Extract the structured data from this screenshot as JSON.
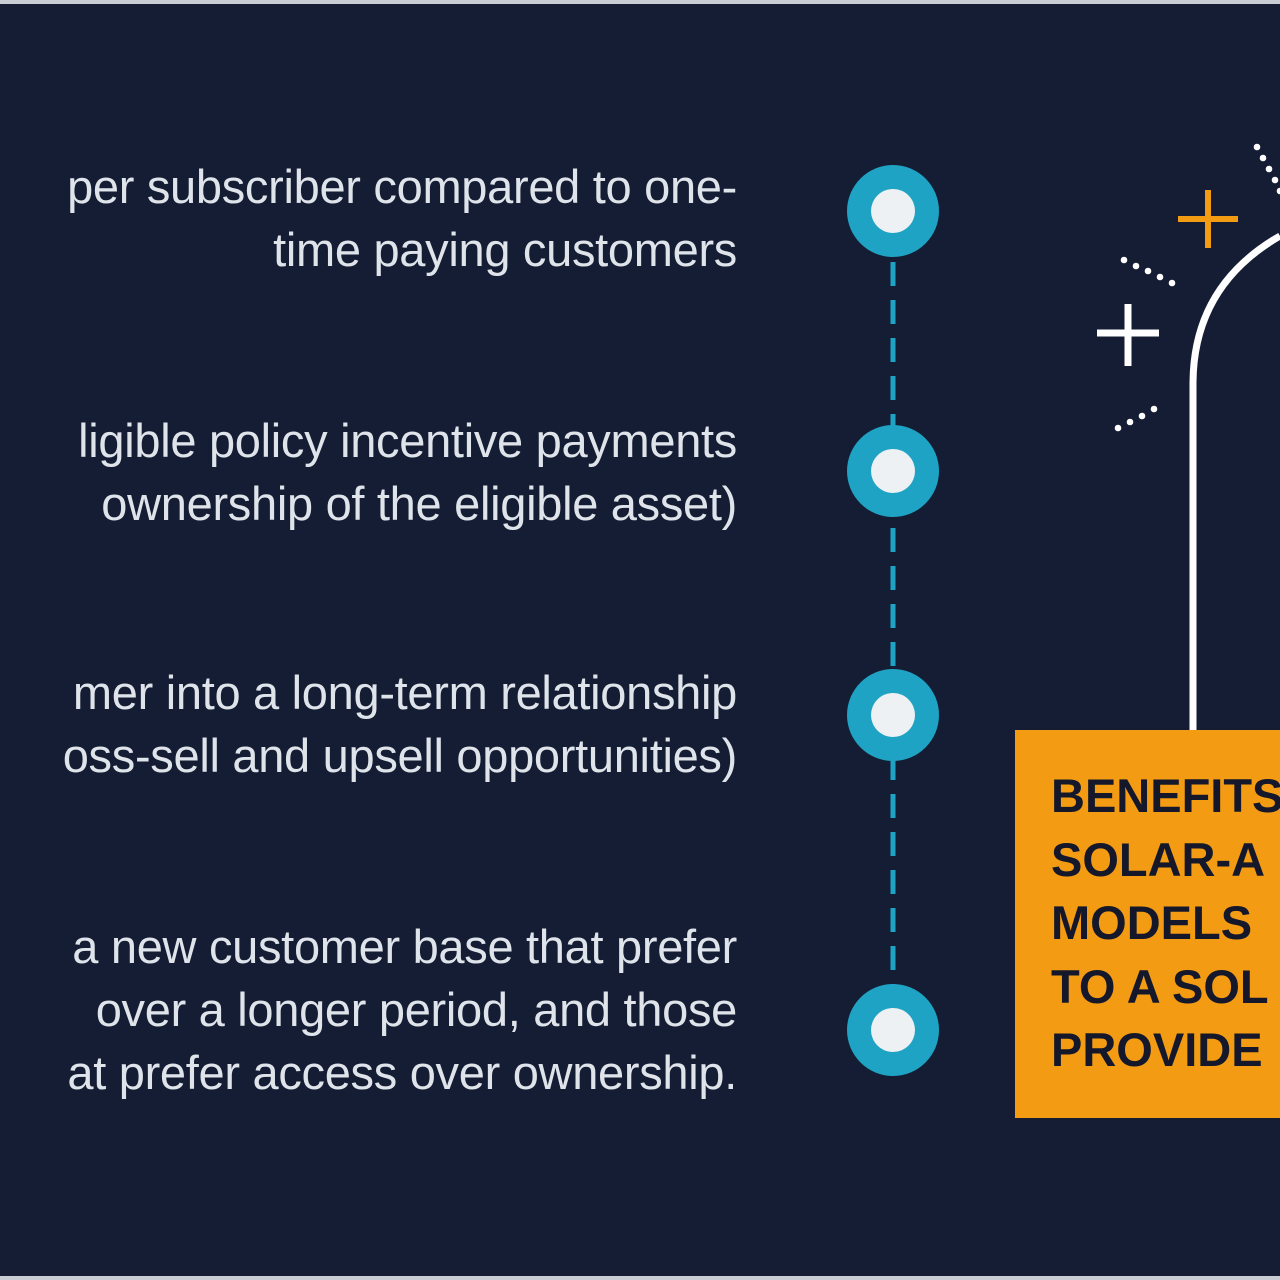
{
  "benefits": [
    {
      "lines": [
        "per subscriber compared to one-",
        "time paying customers"
      ]
    },
    {
      "lines": [
        "ligible policy incentive payments",
        "ownership of the eligible asset)"
      ]
    },
    {
      "lines": [
        "mer into a long-term relationship",
        "oss-sell and upsell opportunities)"
      ]
    },
    {
      "lines": [
        "a new customer base that prefer",
        "over a longer period, and those",
        "at prefer access over ownership."
      ]
    }
  ],
  "title_box": {
    "lines": [
      "BENEFITS",
      "SOLAR-A",
      "MODELS",
      "TO A SOL",
      "PROVIDE"
    ]
  },
  "colors": {
    "background": "#141d33",
    "accent_teal": "#1ea3c4",
    "accent_orange": "#f39b12",
    "text": "#dfe3ea"
  },
  "icons": [
    "timeline-node-icon",
    "plus-icon",
    "sparkle-dots-icon",
    "bulb-outline-icon"
  ]
}
